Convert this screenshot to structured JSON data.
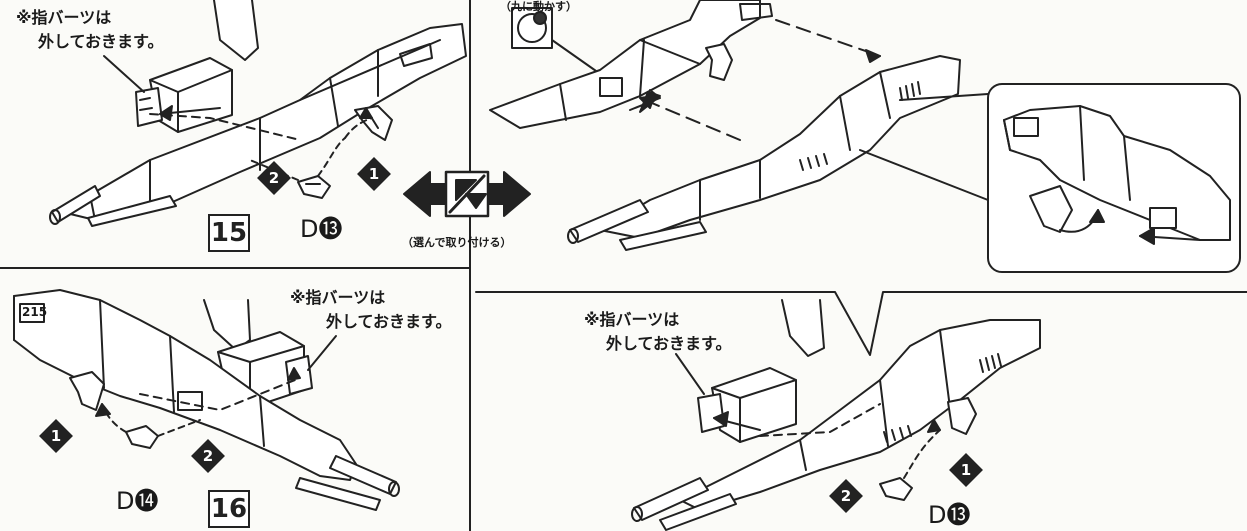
{
  "panels": {
    "p15": {
      "note_line1": "※指バーツは",
      "note_line2": "外しておきます。",
      "step_number": "15",
      "part": "D⓭",
      "step1": "1",
      "step2": "2"
    },
    "top_right": {
      "partial_label": "（九に動かす）"
    },
    "choice": {
      "label": "（選んで取り付ける）"
    },
    "p16": {
      "note_line1": "※指バーツは",
      "note_line2": "外しておきます。",
      "step_number": "16",
      "part": "D⓮",
      "step1": "1",
      "step2": "2"
    },
    "bottom_right": {
      "note_line1": "※指バーツは",
      "note_line2": "外しておきます。",
      "part": "D⓭",
      "step1": "1",
      "step2": "2"
    },
    "weapon_label": "215"
  },
  "colors": {
    "line": "#222222",
    "paper": "#fbfbf8",
    "panel": "#ffffff"
  }
}
